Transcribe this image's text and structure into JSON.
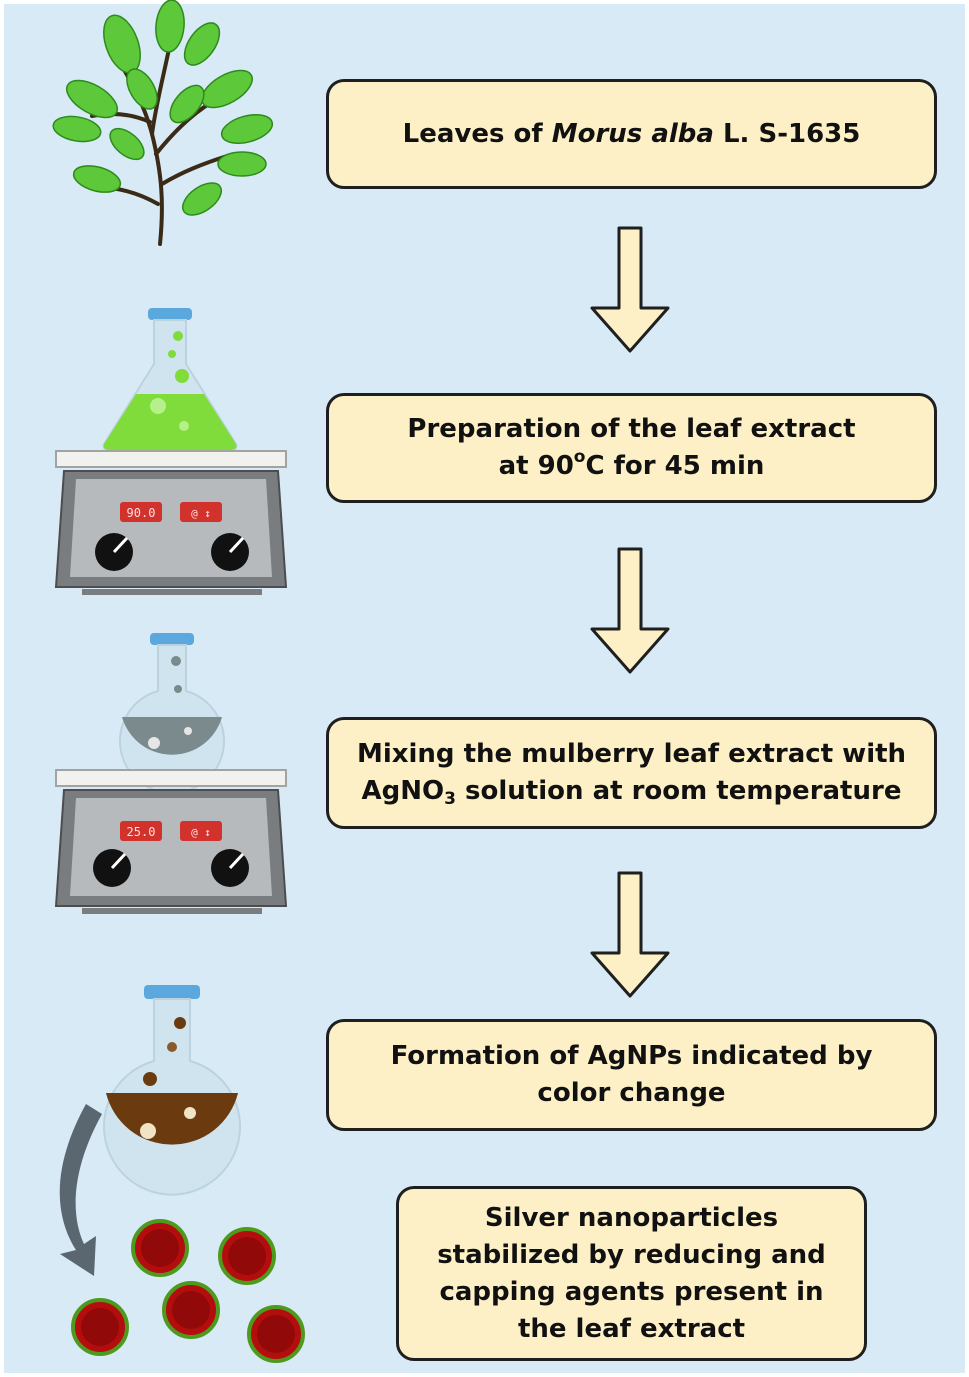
{
  "colors": {
    "background": "#d7eaf6",
    "box_fill": "#fdf0c6",
    "box_border": "#1f1f1f",
    "leaf_green": "#5cc83a",
    "green_liquid": "#7fdc3a",
    "gray_liquid": "#7a8a8d",
    "brown_liquid": "#6b3b0f",
    "nanoparticle_red": "#b30d0d",
    "nanoparticle_ring": "#4e9a1e"
  },
  "icons": [
    "leaf-branch-icon",
    "erlenmeyer-flask-icon",
    "hot-plate-icon",
    "round-bottom-flask-icon",
    "curved-arrow-icon",
    "nanoparticle-icon",
    "down-arrow-icon"
  ],
  "steps": {
    "step1": {
      "prefix": "Leaves of ",
      "italic": "Morus alba",
      "suffix": " L. S-1635"
    },
    "step2": {
      "line1": "Preparation of the leaf extract",
      "line2_a": "at 90",
      "line2_sup": "o",
      "line2_b": "C for 45 min"
    },
    "step3": {
      "line1": "Mixing the mulberry leaf extract with",
      "line2_a": "AgNO",
      "line2_sub": "3",
      "line2_b": " solution at room temperature"
    },
    "step4": {
      "line1": "Formation of AgNPs indicated by",
      "line2": "color change"
    },
    "step5": {
      "line1": "Silver nanoparticles",
      "line2": "stabilized by reducing and",
      "line3": "capping agents present in",
      "line4": "the leaf extract"
    }
  },
  "hotplates": {
    "top": {
      "display_value": "90.0",
      "display_unit": "@ ↕"
    },
    "bottom": {
      "display_value": "25.0",
      "display_unit": "@ ↕"
    }
  }
}
